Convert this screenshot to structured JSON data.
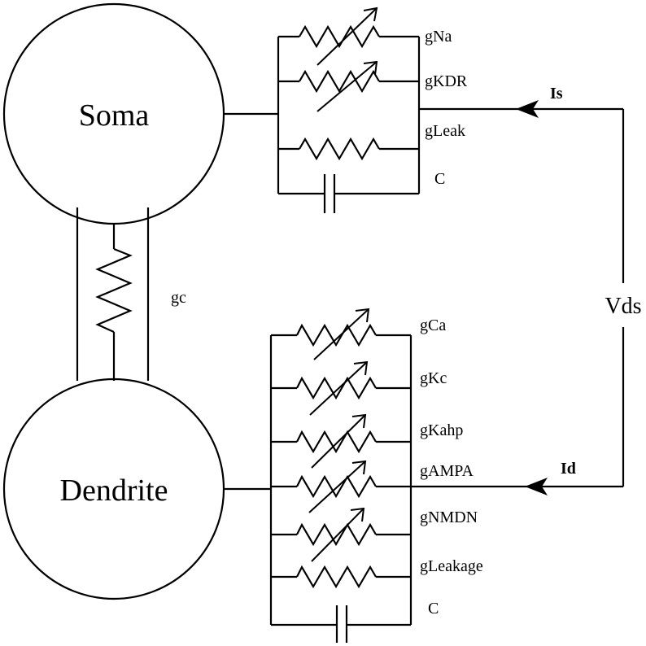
{
  "soma_label": "Soma",
  "dendrite_label": "Dendrite",
  "coupling_label": "gc",
  "voltage_label": "Vds",
  "soma_current_label": "Is",
  "dendrite_current_label": "Id",
  "soma_branches": [
    "gNa",
    "gKDR",
    "gLeak",
    "C"
  ],
  "dendrite_branches": [
    "gCa",
    "gKc",
    "gKahp",
    "gAMPA",
    "gNMDN",
    "gLeakage",
    "C"
  ]
}
